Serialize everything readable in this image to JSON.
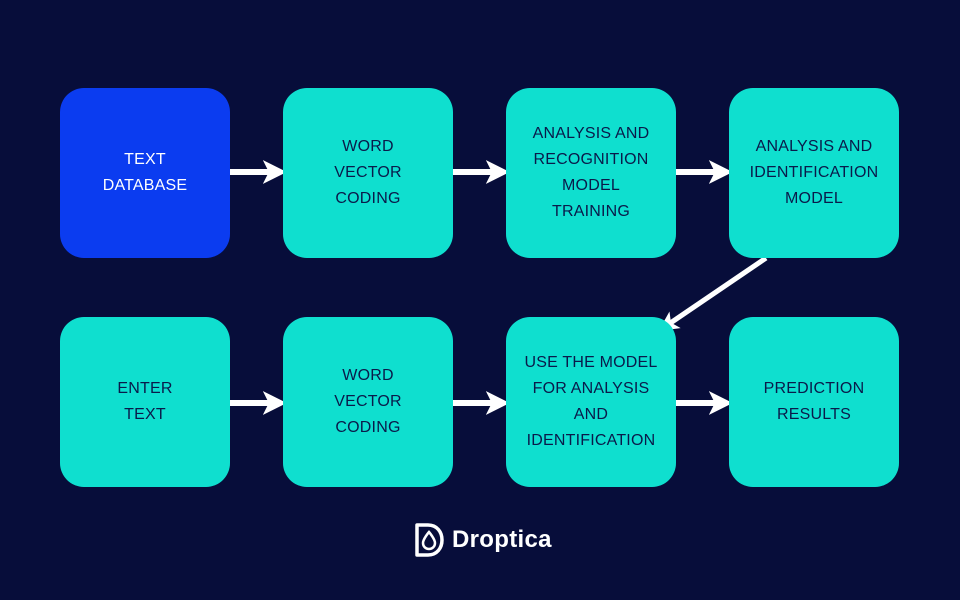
{
  "colors": {
    "background": "#070d3a",
    "box": "#0fdfcf",
    "box_primary": "#0b3cf0",
    "box_text": "#0a1a4a",
    "box_primary_text": "#ffffff",
    "arrow": "#ffffff"
  },
  "nodes": {
    "text_database": "TEXT\nDATABASE",
    "word_vector_coding_1": "WORD\nVECTOR\nCODING",
    "analysis_training": "ANALYSIS AND\nRECOGNITION\nMODEL\nTRAINING",
    "analysis_identification_model": "ANALYSIS AND\nIDENTIFICATION\nMODEL",
    "enter_text": "ENTER\nTEXT",
    "word_vector_coding_2": "WORD\nVECTOR\nCODING",
    "use_model": "USE THE MODEL\nFOR ANALYSIS\nAND\nIDENTIFICATION",
    "prediction_results": "PREDICTION\nRESULTS"
  },
  "edges": [
    {
      "from": "text_database",
      "to": "word_vector_coding_1"
    },
    {
      "from": "word_vector_coding_1",
      "to": "analysis_training"
    },
    {
      "from": "analysis_training",
      "to": "analysis_identification_model"
    },
    {
      "from": "analysis_identification_model",
      "to": "use_model"
    },
    {
      "from": "enter_text",
      "to": "word_vector_coding_2"
    },
    {
      "from": "word_vector_coding_2",
      "to": "use_model"
    },
    {
      "from": "use_model",
      "to": "prediction_results"
    }
  ],
  "brand": {
    "name": "Droptica",
    "icon": "droptica-logo-icon"
  }
}
